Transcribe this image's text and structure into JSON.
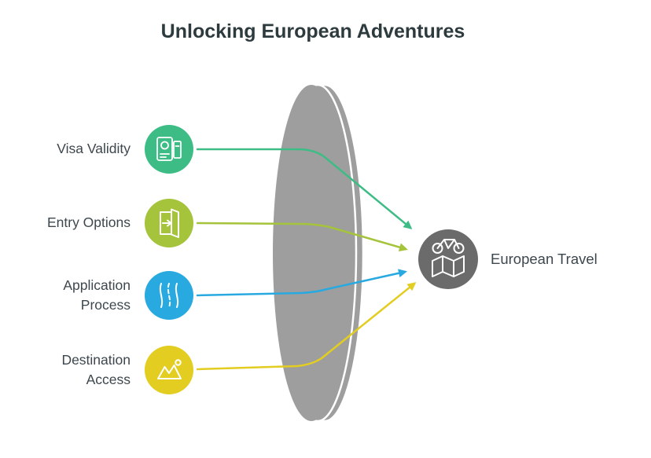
{
  "title": "Unlocking European Adventures",
  "items": [
    {
      "label": "Visa Validity",
      "color": "#3dbd85",
      "icon": "passport-icon"
    },
    {
      "label": "Entry Options",
      "color": "#a5c33b",
      "icon": "door-exit-icon"
    },
    {
      "label": "Application Process",
      "color": "#28a9e0",
      "icon": "route-icon"
    },
    {
      "label": "Destination Access",
      "color": "#e2cd20",
      "icon": "landscape-icon"
    }
  ],
  "result": {
    "label": "European Travel",
    "color": "#6b6b6b",
    "icon": "bicycle-map-icon"
  },
  "lens_color": "#9e9e9e"
}
